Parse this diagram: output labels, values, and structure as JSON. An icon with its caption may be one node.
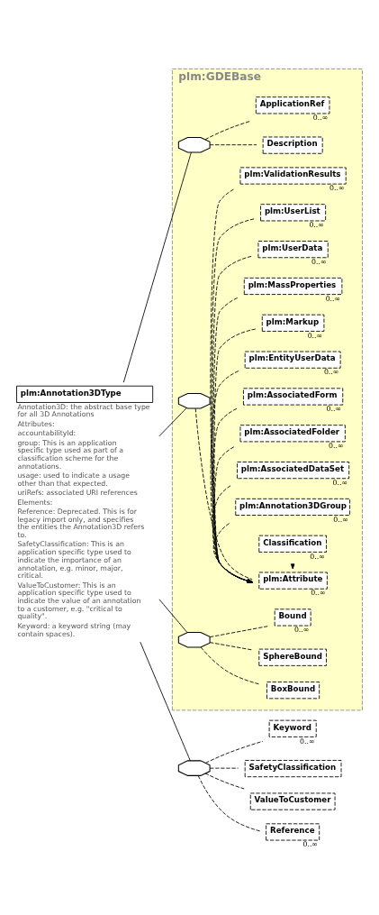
{
  "diagram": {
    "nodes": [
      {
        "text": [
          "plm:Annotation3DType"
        ],
        "beside": [
          "Annotation3D: the abstract base type for all 3D Annotations",
          "Attributes:",
          "accountabilityId:",
          "group: This is an application specific type used as part of a classification scheme for the annotations.",
          "usage: used to indicate a usage other than that expected.",
          "uriRefs: associated URI references",
          "Elements:",
          "Reference: Deprecated. This is for legacy import only, and specifies the entities the Annotation3D refers to.",
          "SafetyClassification: This is an application specific type used to indicate the importance of an annotation, e.g. minor, major, critical.",
          "ValueToCustomer: This is an application specific type used to indicate the value of an annotation to a customer, e.g. \"critical to quality\".",
          "Keyword: a keyword string (may contain spaces)."
        ]
      },
      {
        "text": [
          "plm:GDEBase"
        ]
      },
      {
        "text": [],
        "shape": "octagon",
        "in": 1
      },
      {
        "text": [
          "Description"
        ],
        "in": 1
      },
      {
        "text": [
          "ApplicationRef"
        ],
        "beside": [
          "0..∞"
        ],
        "in": 1
      },
      {
        "text": [],
        "shape": "octagon",
        "in": 1
      },
      {
        "text": [
          "plm:Attribute"
        ],
        "beside": [
          "0..∞"
        ],
        "in": 1
      },
      {
        "text": [
          "Classification"
        ],
        "beside": [
          "0..∞"
        ],
        "in": 1
      },
      {
        "text": [
          "plm:Annotation3DGroup"
        ],
        "beside": [
          "0..∞"
        ],
        "in": 1
      },
      {
        "text": [
          "plm:AssociatedDataSet"
        ],
        "beside": [
          "0..∞"
        ],
        "in": 1
      },
      {
        "text": [
          "plm:AssociatedFolder"
        ],
        "beside": [
          "0..∞"
        ],
        "in": 1
      },
      {
        "text": [
          "plm:AssociatedForm"
        ],
        "beside": [
          "0..∞"
        ],
        "in": 1
      },
      {
        "text": [
          "plm:EntityUserData"
        ],
        "beside": [
          "0..∞"
        ],
        "in": 1
      },
      {
        "text": [
          "plm:Markup"
        ],
        "beside": [
          "0..∞"
        ],
        "in": 1
      },
      {
        "text": [
          "plm:MassProperties"
        ],
        "beside": [
          "0..∞"
        ],
        "in": 1
      },
      {
        "text": [
          "plm:UserData"
        ],
        "beside": [
          "0..∞"
        ],
        "in": 1
      },
      {
        "text": [
          "plm:UserList"
        ],
        "beside": [
          "0..∞"
        ],
        "in": 1
      },
      {
        "text": [
          "plm:ValidationResults"
        ],
        "beside": [
          "0..∞"
        ],
        "in": 1
      },
      {
        "text": [],
        "shape": "octagon",
        "in": 1
      },
      {
        "text": [
          "BoxBound"
        ],
        "in": 1
      },
      {
        "text": [
          "SphereBound"
        ],
        "in": 1
      },
      {
        "text": [
          "Bound"
        ],
        "beside": [
          "0..∞"
        ],
        "in": 1
      },
      {
        "text": [],
        "shape": "octagon"
      },
      {
        "text": [
          "Keyword"
        ],
        "beside": [
          "0..∞"
        ]
      },
      {
        "text": [
          "SafetyClassification"
        ]
      },
      {
        "text": [
          "ValueToCustomer"
        ]
      },
      {
        "text": [
          "Reference"
        ],
        "beside": [
          "0..∞"
        ]
      }
    ],
    "edges": [
      {
        "from": 0,
        "to": 2,
        "arrow": "none"
      },
      {
        "from": 2,
        "to": 3,
        "arrow": "none",
        "style": "dashed"
      },
      {
        "from": 2,
        "to": 4,
        "arrow": "none",
        "style": "dashed"
      },
      {
        "from": 0,
        "to": 5,
        "arrow": "none"
      },
      {
        "from": 5,
        "to": 6,
        "arrow": "none",
        "style": "dashed"
      },
      {
        "from": 7,
        "to": 6,
        "arrow": "to",
        "style": "dashed"
      },
      {
        "from": 8,
        "to": 6,
        "arrow": "to",
        "style": "dashed"
      },
      {
        "from": 9,
        "to": 6,
        "arrow": "to",
        "style": "dashed"
      },
      {
        "from": 10,
        "to": 6,
        "arrow": "to",
        "style": "dashed"
      },
      {
        "from": 11,
        "to": 6,
        "arrow": "to",
        "style": "dashed"
      },
      {
        "from": 12,
        "to": 6,
        "arrow": "to",
        "style": "dashed"
      },
      {
        "from": 13,
        "to": 6,
        "arrow": "to",
        "style": "dashed"
      },
      {
        "from": 14,
        "to": 6,
        "arrow": "to",
        "style": "dashed"
      },
      {
        "from": 15,
        "to": 6,
        "arrow": "to",
        "style": "dashed"
      },
      {
        "from": 16,
        "to": 6,
        "arrow": "to",
        "style": "dashed"
      },
      {
        "from": 17,
        "to": 6,
        "arrow": "to",
        "style": "dashed"
      },
      {
        "from": 0,
        "to": 18,
        "arrow": "none"
      },
      {
        "from": 18,
        "to": 19,
        "arrow": "none",
        "style": "dashed"
      },
      {
        "from": 18,
        "to": 20,
        "arrow": "none",
        "style": "dashed"
      },
      {
        "from": 18,
        "to": 21,
        "arrow": "none",
        "style": "dashed"
      },
      {
        "from": 0,
        "to": 22,
        "arrow": "none"
      },
      {
        "from": 22,
        "to": 23,
        "arrow": "none",
        "style": "dashed"
      },
      {
        "from": 22,
        "to": 24,
        "arrow": "none",
        "style": "dashed"
      },
      {
        "from": 22,
        "to": 25,
        "arrow": "none",
        "style": "dashed"
      },
      {
        "from": 22,
        "to": 26,
        "arrow": "none",
        "style": "dashed"
      }
    ]
  }
}
